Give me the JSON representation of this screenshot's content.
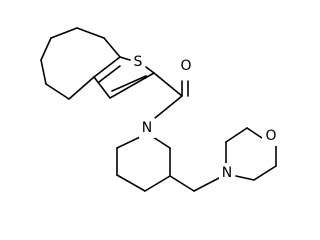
{
  "atoms": [
    {
      "id": "S1",
      "symbol": "S"
    },
    {
      "id": "O1",
      "symbol": "O"
    },
    {
      "id": "N1",
      "symbol": "N"
    },
    {
      "id": "N2",
      "symbol": "N"
    },
    {
      "id": "O2",
      "symbol": "O"
    }
  ]
}
